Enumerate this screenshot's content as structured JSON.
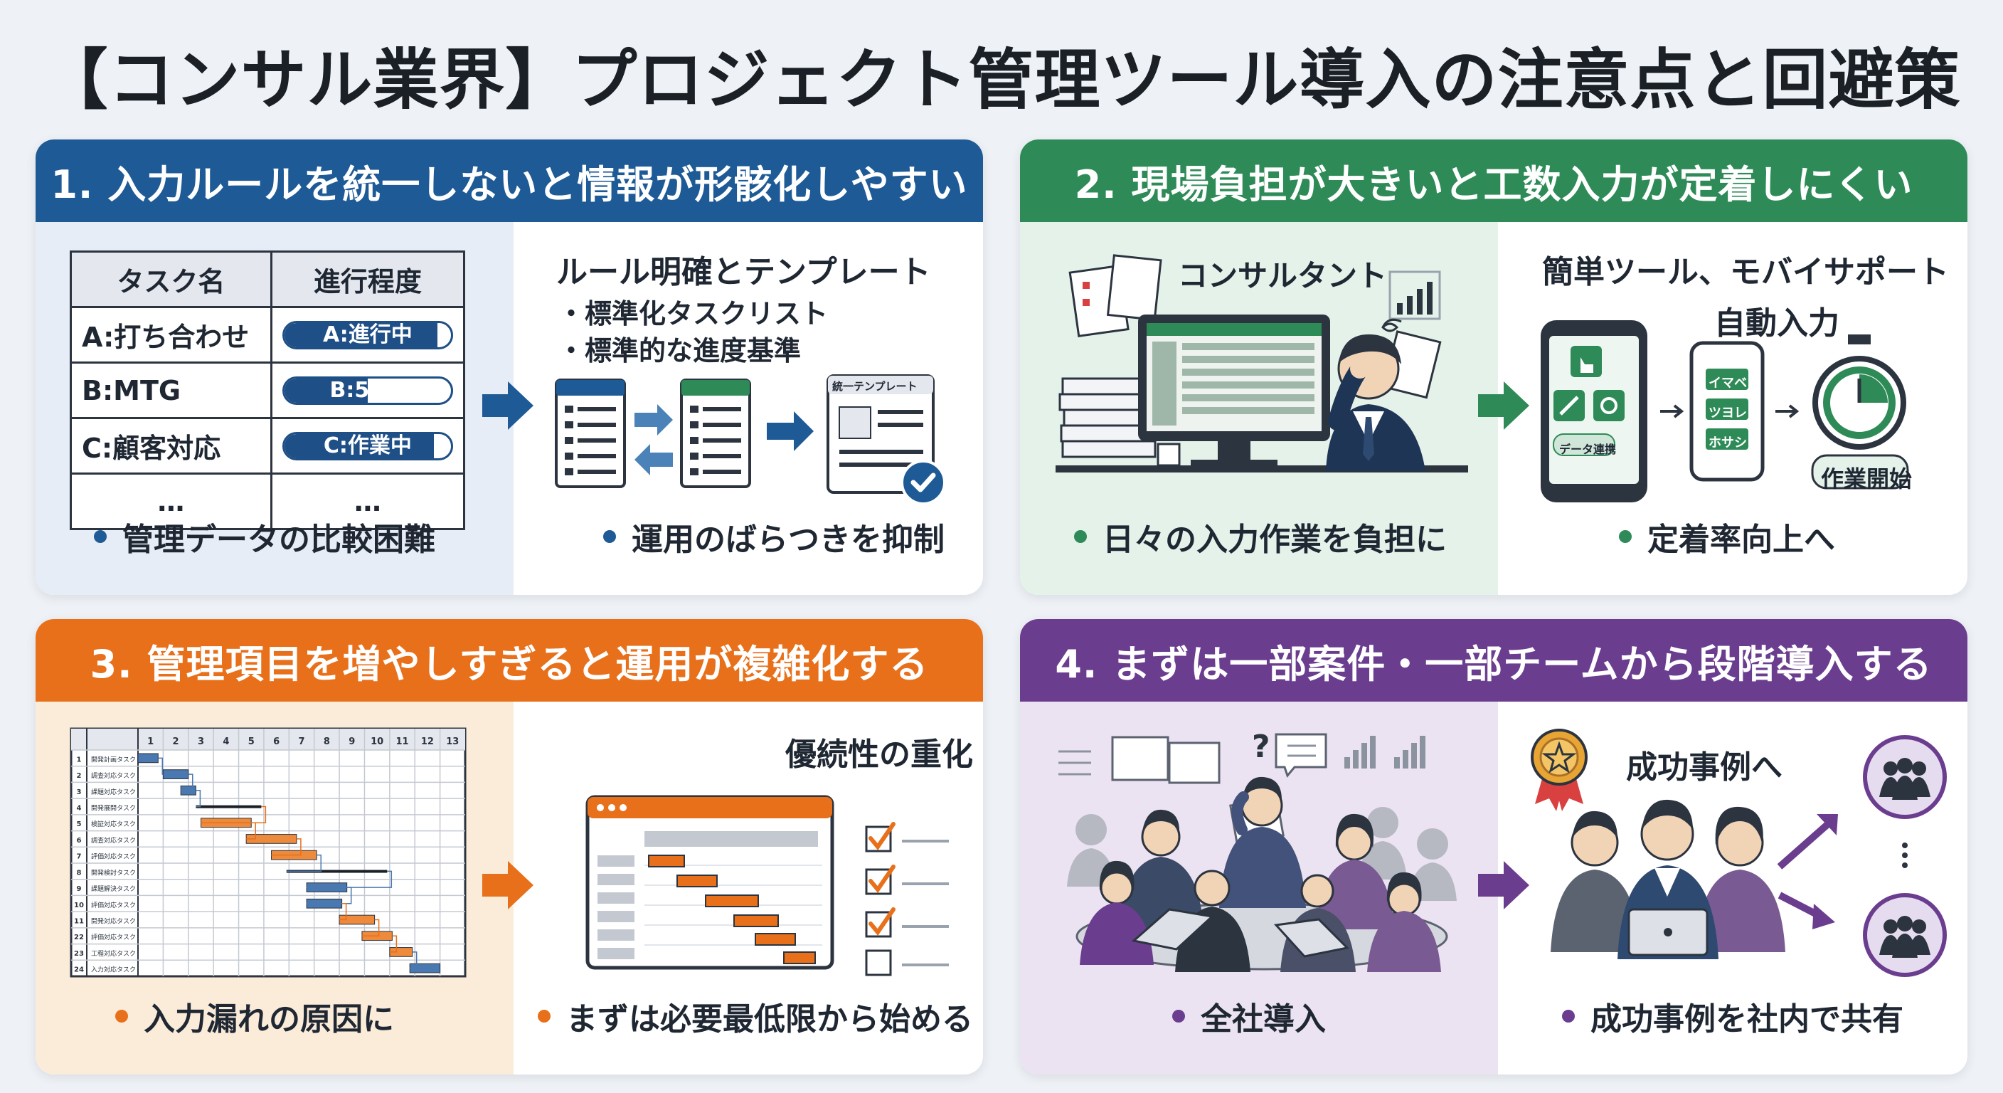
{
  "title": "【コンサル業界】プロジェクト管理ツール導入の注意点と回避策",
  "colors": {
    "blue": "#1e5a96",
    "green": "#2e8b57",
    "orange": "#e8701a",
    "purple": "#6b3d8f"
  },
  "panel1": {
    "header": "1. 入力ルールを統一しないと情報が形骸化しやすい",
    "table": {
      "headers": [
        "タスク名",
        "進行程度"
      ],
      "rows": [
        {
          "task": "A:打ち合わせ",
          "status": "A:進行中",
          "fill": 0.92
        },
        {
          "task": "B:MTG",
          "status": "B:50%",
          "fill": 0.5
        },
        {
          "task": "C:顧客対応",
          "status": "C:作業中",
          "fill": 0.9
        },
        {
          "task": "…",
          "status": "…"
        }
      ]
    },
    "bullet_left": "管理データの比較困難",
    "solution_title": "ルール明確とテンプレート",
    "solution_items": [
      "・標準化タスクリスト",
      "・標準的な進度基準"
    ],
    "template_label": "統一テンプレート",
    "bullet_right": "運用のばらつきを抑制"
  },
  "panel2": {
    "header": "2. 現場負担が大きいと工数入力が定着しにくい",
    "consultant_label": "コンサルタント",
    "bullet_left": "日々の入力作業を負担に",
    "solution_title": "簡単ツール、モバイサポート",
    "solution_sub": "自動入力",
    "phone_tile": "データ連携",
    "mini_tiles": [
      "イマベ",
      "ツヨレ",
      "ホサシ"
    ],
    "start_label": "作業開始",
    "bullet_right": "定着率向上へ"
  },
  "panel3": {
    "header": "3. 管理項目を増やしすぎると運用が複雑化する",
    "gantt_cols": [
      "1",
      "2",
      "3",
      "4",
      "5",
      "6",
      "7",
      "8",
      "9",
      "10",
      "11",
      "12",
      "13"
    ],
    "gantt_rows": [
      {
        "no": "1",
        "name": "開発計画タスク"
      },
      {
        "no": "2",
        "name": "調査対応タスク"
      },
      {
        "no": "3",
        "name": "課題対応タスク"
      },
      {
        "no": "4",
        "name": "開発展開タスク"
      },
      {
        "no": "5",
        "name": "検証対応タスク"
      },
      {
        "no": "6",
        "name": "調査対応タスク"
      },
      {
        "no": "7",
        "name": "評価対応タスク"
      },
      {
        "no": "8",
        "name": "開発検討タスク"
      },
      {
        "no": "9",
        "name": "課題解決タスク"
      },
      {
        "no": "10",
        "name": "評価対応タスク"
      },
      {
        "no": "11",
        "name": "開発対応タスク"
      },
      {
        "no": "22",
        "name": "評価対応タスク"
      },
      {
        "no": "23",
        "name": "工程対応タスク"
      },
      {
        "no": "24",
        "name": "入力対応タスク"
      }
    ],
    "bullet_left": "入力漏れの原因に",
    "solution_title": "優続性の重化",
    "bullet_right": "まずは必要最低限から始める"
  },
  "panel4": {
    "header": "4. まずは一部案件・一部チームから段階導入する",
    "bullet_left": "全社導入",
    "solution_title": "成功事例へ",
    "bullet_right": "成功事例を社内で共有"
  }
}
